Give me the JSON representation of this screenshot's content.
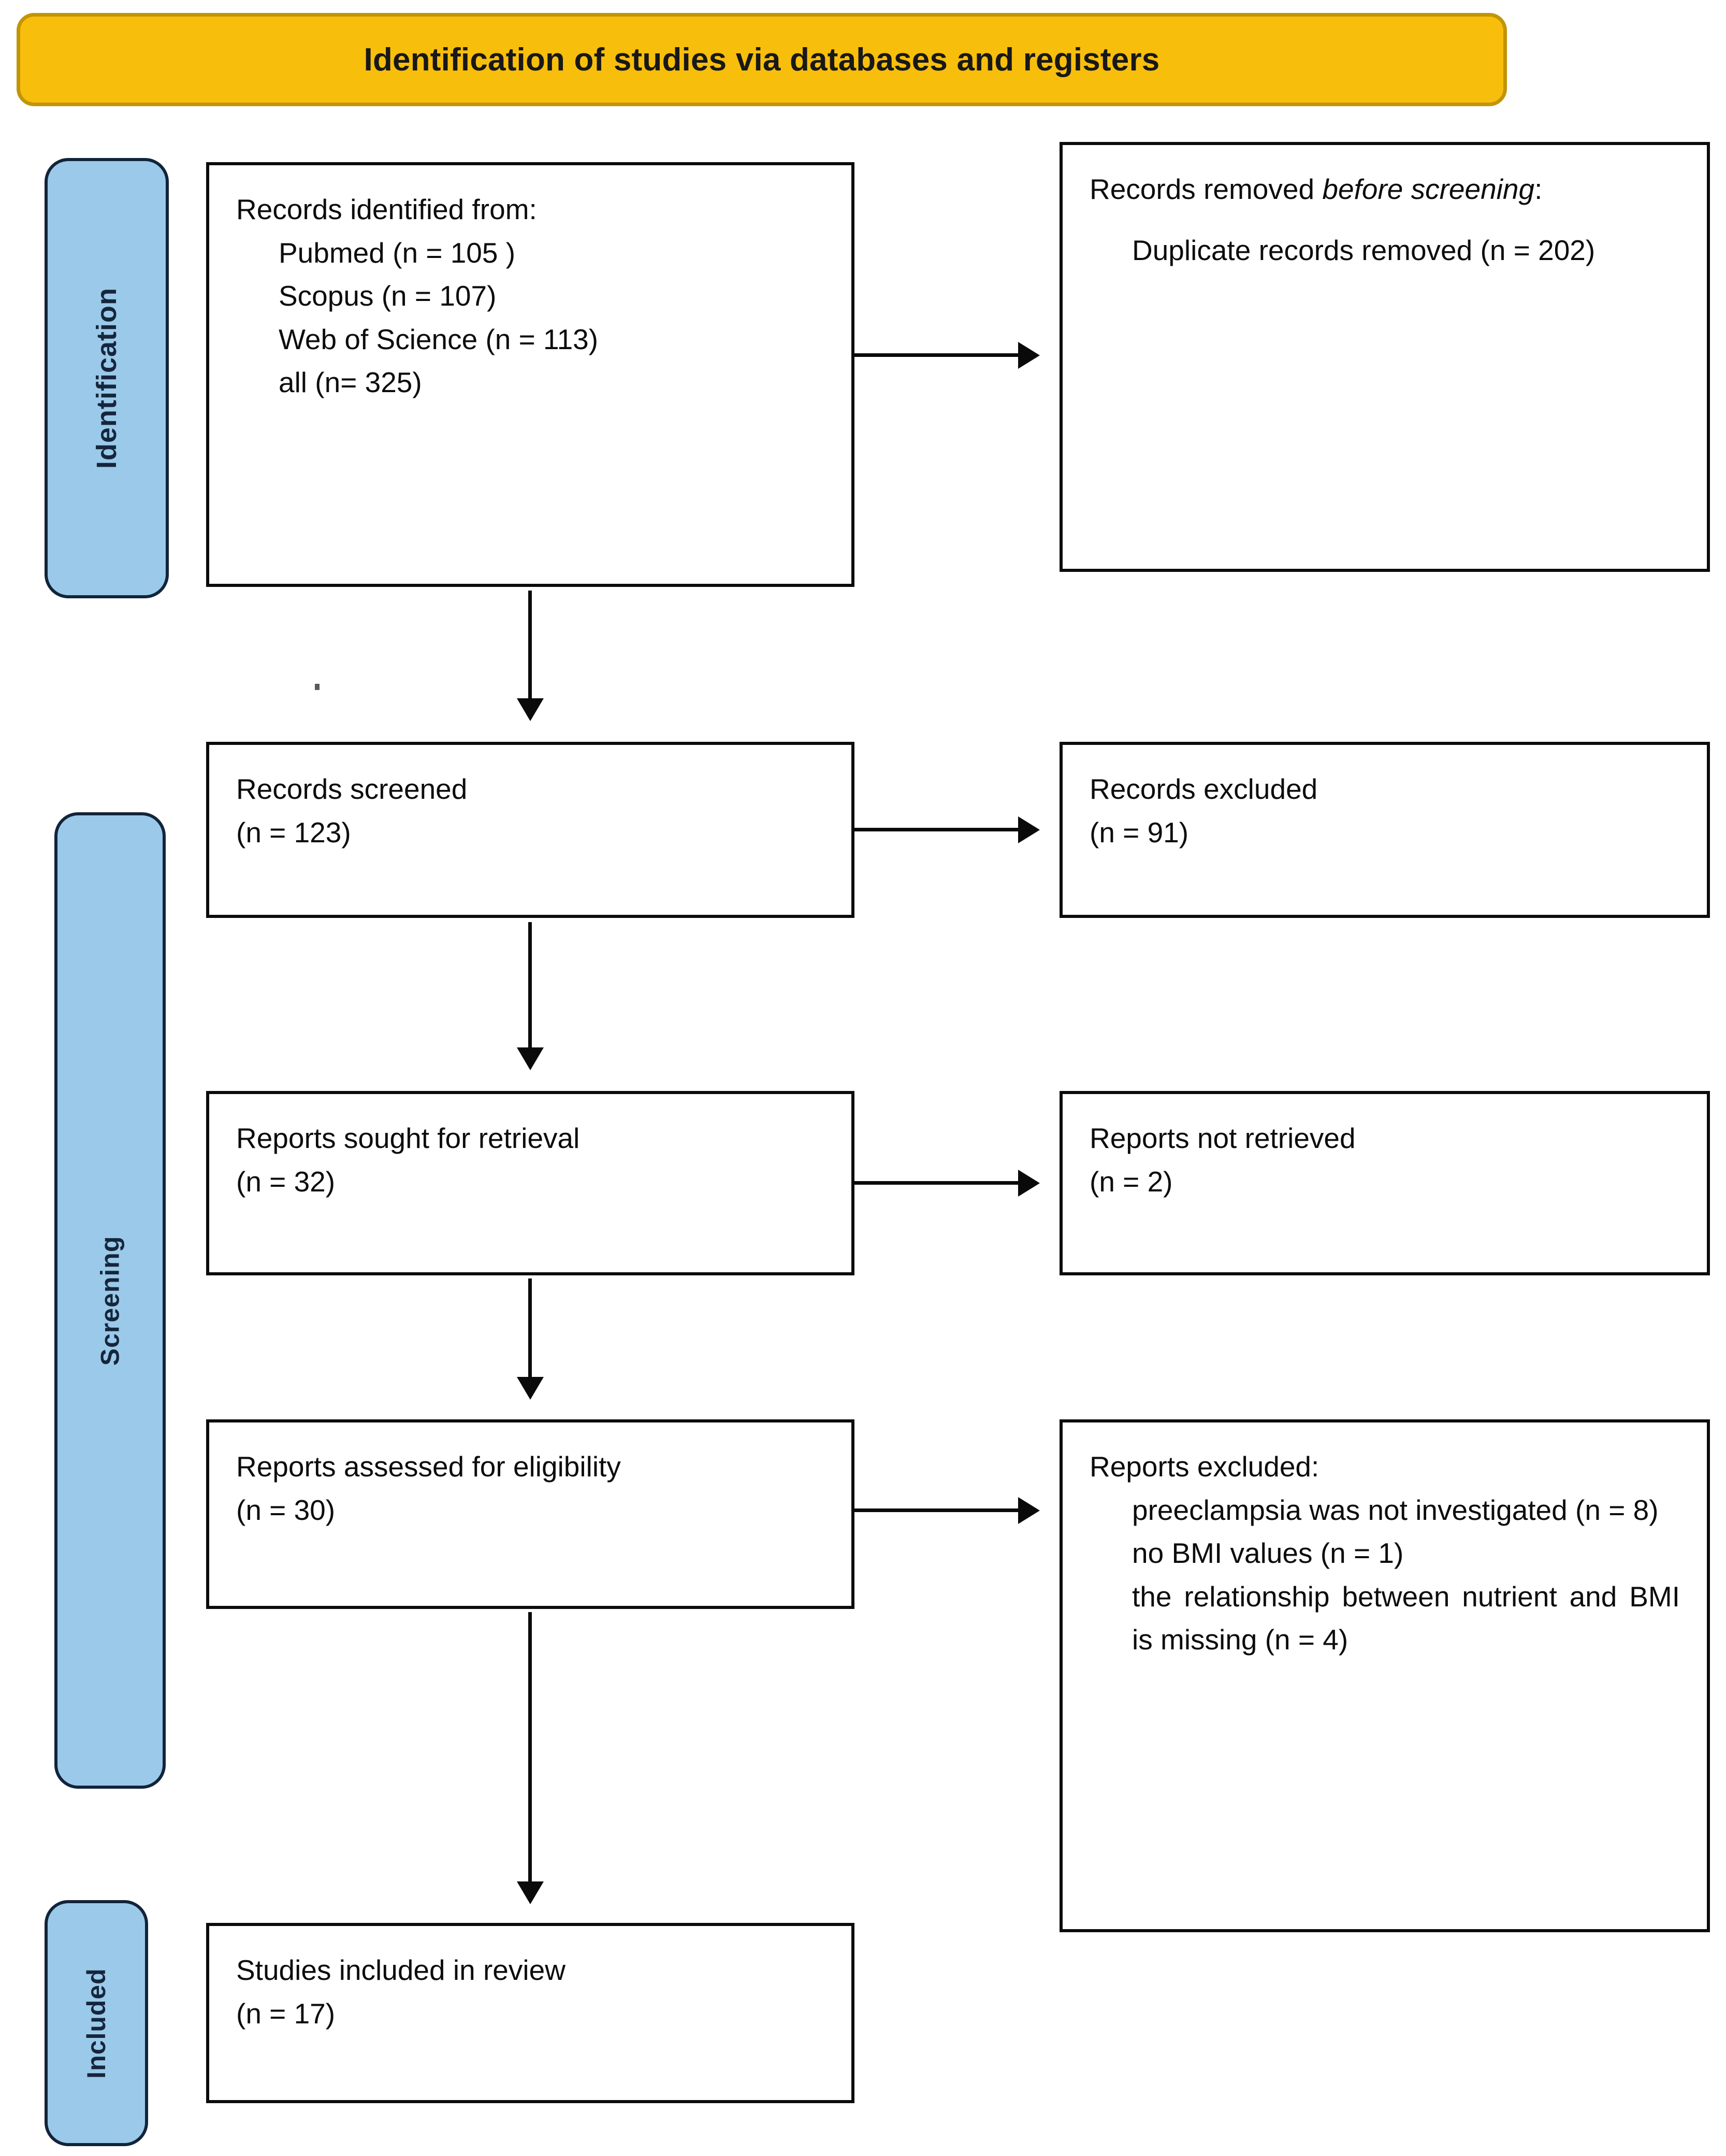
{
  "banner": {
    "title": "Identification of studies via databases and registers",
    "fill_color": "#F8BE0C",
    "border_color": "#C19506"
  },
  "stages": [
    {
      "key": "identification",
      "label": "Identification"
    },
    {
      "key": "screening",
      "label": "Screening"
    },
    {
      "key": "included",
      "label": "Included"
    }
  ],
  "stage_tab_color": "#9BC9E9",
  "boxes": {
    "identified": {
      "heading": "Records identified from:",
      "sources": [
        "Pubmed (n = 105 )",
        "Scopus (n = 107)",
        "Web of Science (n = 113)",
        "all (n= 325)"
      ]
    },
    "removed": {
      "line1_a": "Records removed ",
      "line1_b": "before screening",
      "line1_c": ":",
      "detail": "Duplicate records removed (n = 202)"
    },
    "screened": {
      "heading": "Records screened",
      "count": "(n = 123)"
    },
    "excluded": {
      "heading": "Records excluded",
      "count": "(n = 91)"
    },
    "sought": {
      "heading": "Reports sought for retrieval",
      "count": "(n = 32)"
    },
    "not_retrieved": {
      "heading": "Reports not retrieved",
      "count": "(n = 2)"
    },
    "assessed": {
      "heading": "Reports assessed for eligibility",
      "count": "(n = 30)"
    },
    "reports_excluded": {
      "heading": "Reports excluded:",
      "reasons": [
        "preeclampsia was not investigated (n = 8)",
        "no BMI values (n = 1)",
        "the relationship between nutrient and BMI is missing (n = 4)"
      ]
    },
    "included": {
      "heading": "Studies included in review",
      "count": "(n = 17)"
    }
  },
  "chart_data": {
    "type": "diagram",
    "title": "Identification of studies via databases and registers",
    "nodes": [
      {
        "id": "identified",
        "stage": "Identification",
        "label": "Records identified from:",
        "values": {
          "Pubmed": 105,
          "Scopus": 107,
          "Web of Science": 113,
          "all": 325
        }
      },
      {
        "id": "removed",
        "stage": "Identification",
        "label": "Records removed before screening:",
        "values": {
          "Duplicate records removed": 202
        }
      },
      {
        "id": "screened",
        "stage": "Screening",
        "label": "Records screened",
        "values": {
          "n": 123
        }
      },
      {
        "id": "excluded",
        "stage": "Screening",
        "label": "Records excluded",
        "values": {
          "n": 91
        }
      },
      {
        "id": "sought",
        "stage": "Screening",
        "label": "Reports sought for retrieval",
        "values": {
          "n": 32
        }
      },
      {
        "id": "not_retrieved",
        "stage": "Screening",
        "label": "Reports not retrieved",
        "values": {
          "n": 2
        }
      },
      {
        "id": "assessed",
        "stage": "Screening",
        "label": "Reports assessed for eligibility",
        "values": {
          "n": 30
        }
      },
      {
        "id": "reports_excluded",
        "stage": "Screening",
        "label": "Reports excluded:",
        "values": {
          "preeclampsia was not investigated": 8,
          "no BMI values": 1,
          "the relationship between nutrient and BMI is missing": 4
        }
      },
      {
        "id": "included",
        "stage": "Included",
        "label": "Studies included in review",
        "values": {
          "n": 17
        }
      }
    ],
    "edges": [
      {
        "from": "identified",
        "to": "removed",
        "direction": "right"
      },
      {
        "from": "identified",
        "to": "screened",
        "direction": "down"
      },
      {
        "from": "screened",
        "to": "excluded",
        "direction": "right"
      },
      {
        "from": "screened",
        "to": "sought",
        "direction": "down"
      },
      {
        "from": "sought",
        "to": "not_retrieved",
        "direction": "right"
      },
      {
        "from": "sought",
        "to": "assessed",
        "direction": "down"
      },
      {
        "from": "assessed",
        "to": "reports_excluded",
        "direction": "right"
      },
      {
        "from": "assessed",
        "to": "included",
        "direction": "down"
      }
    ]
  }
}
